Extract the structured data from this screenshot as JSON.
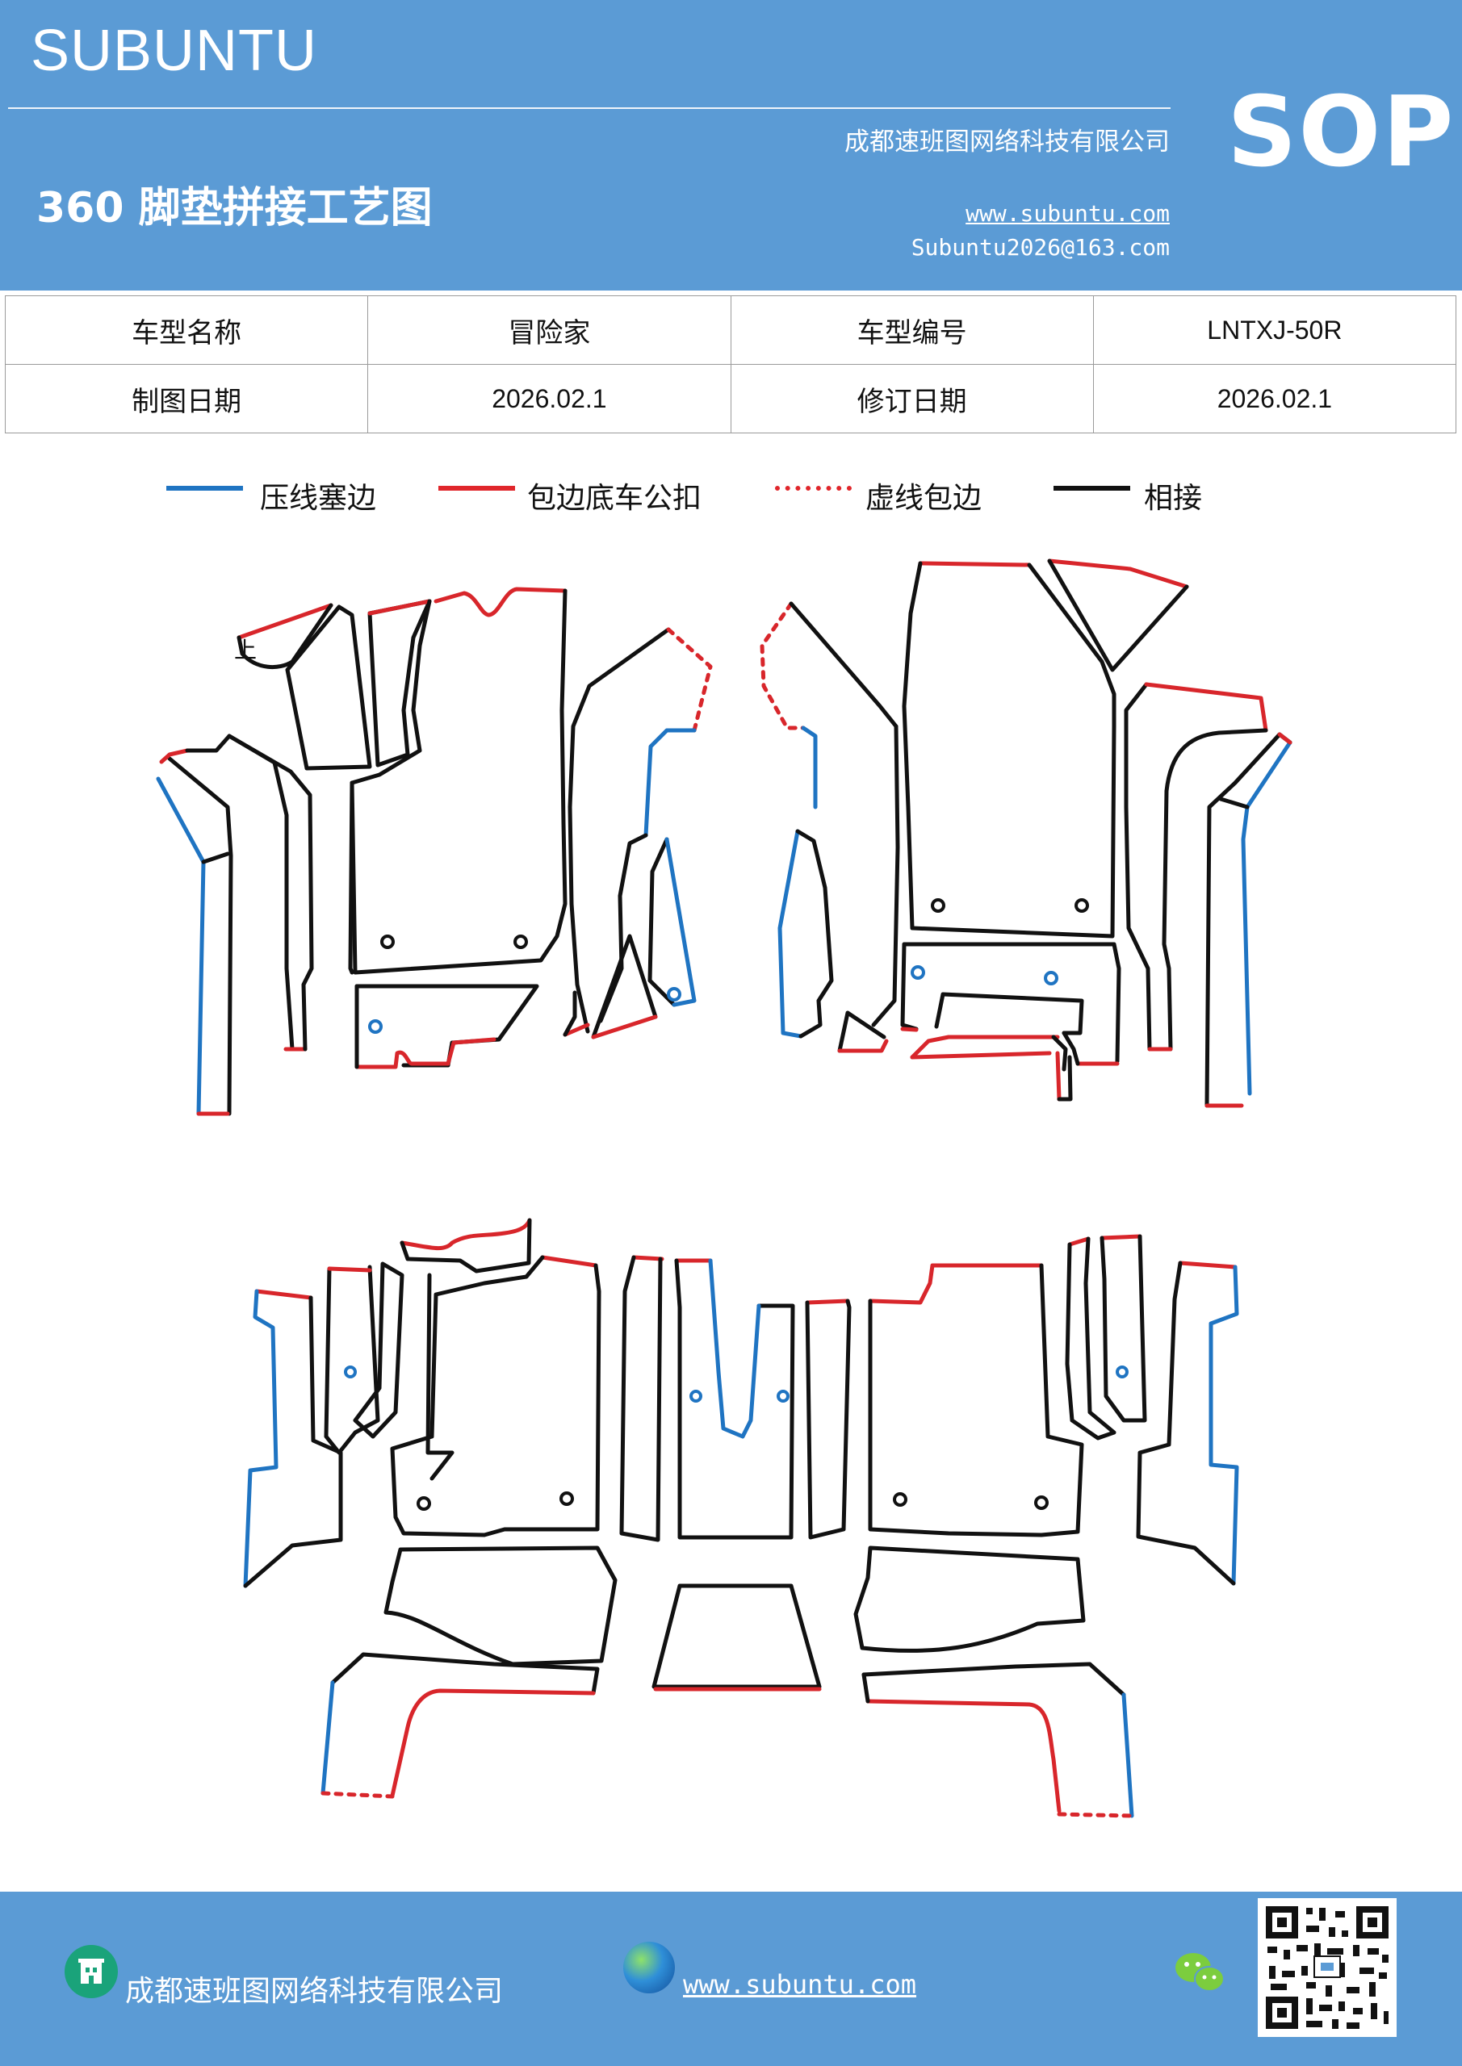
{
  "header": {
    "brand": "SUBUNTU",
    "company": "成都速班图网络科技有限公司",
    "title": "360 脚垫拼接工艺图",
    "website": "www.subuntu.com",
    "email": "Subuntu2026@163.com",
    "sop": "SOP"
  },
  "info_table": {
    "rows": [
      [
        "车型名称",
        "冒险家",
        "车型编号",
        "LNTXJ-50R"
      ],
      [
        "制图日期",
        "2026.02.1",
        "修订日期",
        "2026.02.1"
      ]
    ]
  },
  "legend": [
    {
      "label": "压线塞边",
      "color": "#1f74c2",
      "style": "solid"
    },
    {
      "label": "包边底车公扣",
      "color": "#e0262b",
      "style": "solid"
    },
    {
      "label": "虚线包边",
      "color": "#e0262b",
      "style": "dashed"
    },
    {
      "label": "相接",
      "color": "#111111",
      "style": "solid"
    }
  ],
  "drawing": {
    "marker": "上",
    "colors": {
      "blue": "#1f74c2",
      "red": "#d8262b",
      "black": "#111111"
    }
  },
  "footer": {
    "company": "成都速班图网络科技有限公司",
    "website": "www.subuntu.com",
    "icons": [
      "building-icon",
      "globe-icon",
      "wechat-icon",
      "qr-code"
    ]
  }
}
